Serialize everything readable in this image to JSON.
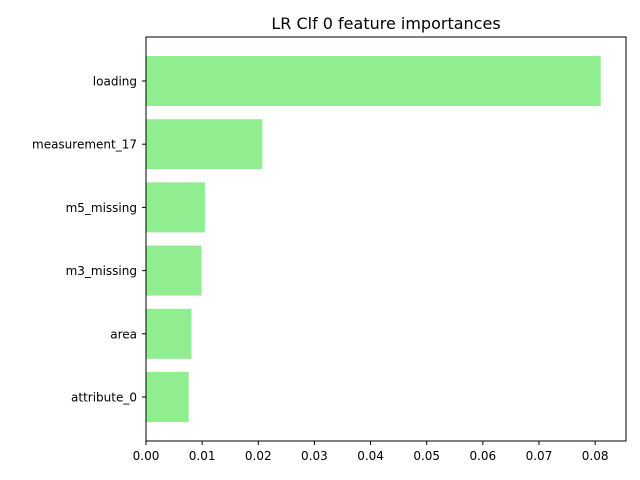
{
  "chart_data": {
    "type": "bar",
    "orientation": "horizontal",
    "title": "LR Clf 0 feature importances",
    "xlabel": "",
    "ylabel": "",
    "categories": [
      "loading",
      "measurement_17",
      "m5_missing",
      "m3_missing",
      "area",
      "attribute_0"
    ],
    "values": [
      0.081,
      0.0207,
      0.0105,
      0.0099,
      0.0081,
      0.0076
    ],
    "xlim": [
      0,
      0.0855
    ],
    "xticks": [
      "0.00",
      "0.01",
      "0.02",
      "0.03",
      "0.04",
      "0.05",
      "0.06",
      "0.07",
      "0.08"
    ],
    "grid": false,
    "bar_color": "#90ee90"
  }
}
